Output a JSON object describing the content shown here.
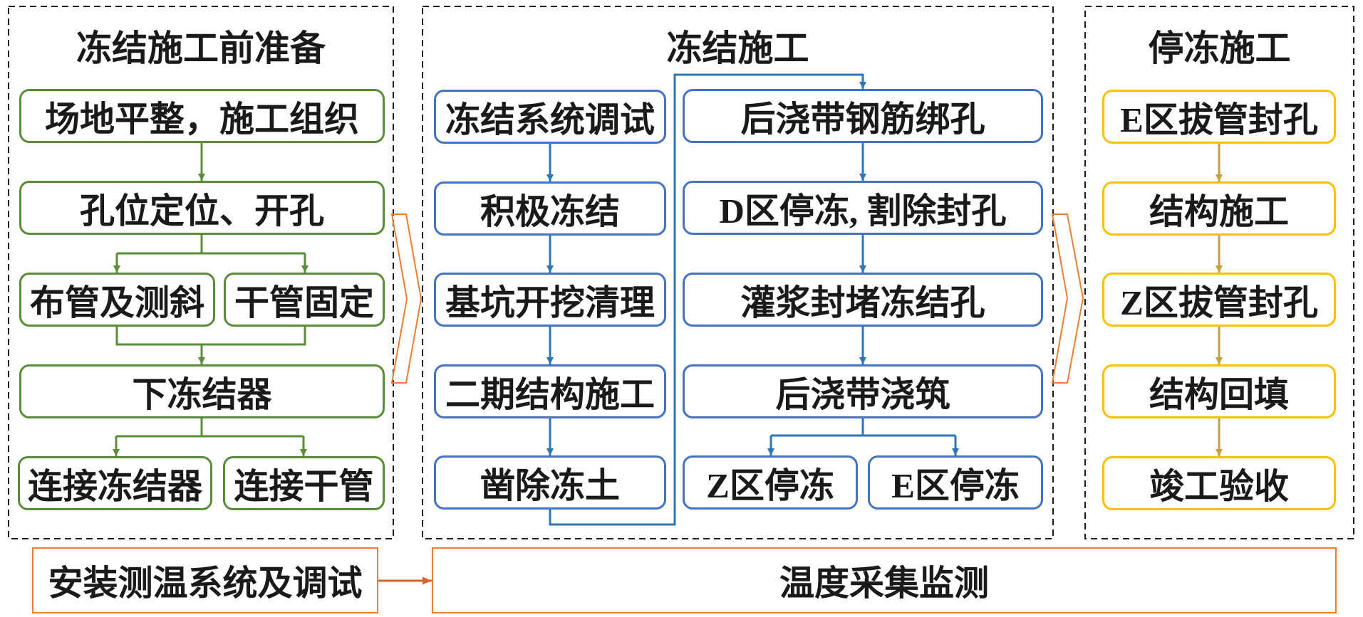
{
  "prep": {
    "title": "冻结施工前准备",
    "steps": [
      "场地平整，施工组织",
      "孔位定位、开孔",
      "布管及测斜",
      "干管固定",
      "下冻结器",
      "连接冻结器",
      "连接干管"
    ]
  },
  "freeze": {
    "title": "冻结施工",
    "left_steps": [
      "冻结系统调试",
      "积极冻结",
      "基坑开挖清理",
      "二期结构施工",
      "凿除冻土"
    ],
    "right_steps": [
      "后浇带钢筋绑孔",
      "D区停冻, 割除封孔",
      "灌浆封堵冻结孔",
      "后浇带浇筑",
      "Z区停冻",
      "E区停冻"
    ]
  },
  "stop": {
    "title": "停冻施工",
    "steps": [
      "E区拔管封孔",
      "结构施工",
      "Z区拔管封孔",
      "结构回填",
      "竣工验收"
    ]
  },
  "monitoring": {
    "install": "安装测温系统及调试",
    "collect": "温度采集监测"
  },
  "colors": {
    "prep_box": "#5B8C3A",
    "prep_arrow": "#5B8C3A",
    "freeze_box": "#4472C4",
    "freeze_arrow": "#2E75B6",
    "stop_box": "#FFC000",
    "stop_arrow": "#C8A03A",
    "monitor_box": "#ED7D31",
    "monitor_arrow": "#D9642A"
  }
}
